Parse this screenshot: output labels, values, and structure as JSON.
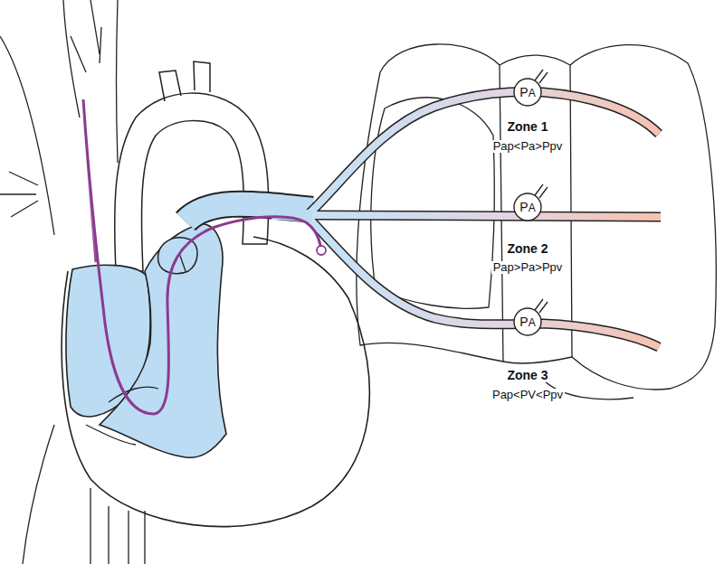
{
  "diagram": {
    "nodes": [
      {
        "text": [
          "PA"
        ]
      },
      {
        "text": [
          "PA"
        ]
      },
      {
        "text": [
          "PA"
        ]
      }
    ],
    "labels": [
      "Zone 1",
      "Pap<Pa>Ppv",
      "Zone 2",
      "Pap>Pa>Ppv",
      "Zone 3",
      "Pap<PV<Ppv"
    ]
  }
}
